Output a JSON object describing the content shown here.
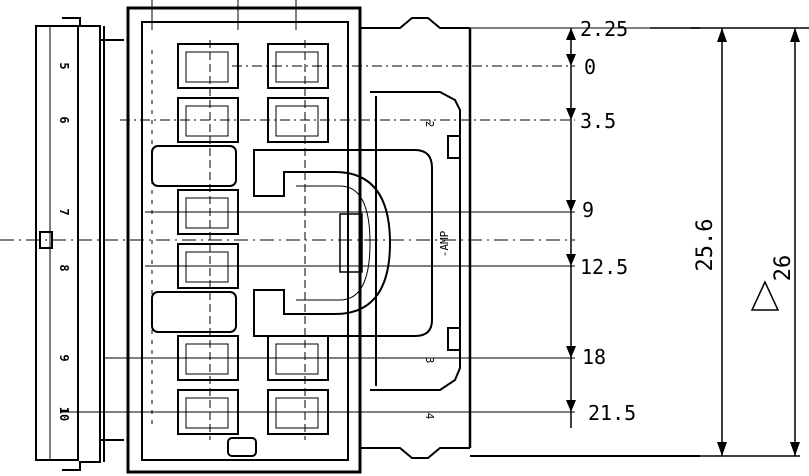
{
  "drawing": {
    "pin_numbers_left": [
      "5",
      "6",
      "7",
      "8",
      "9",
      "10"
    ],
    "pin_numbers_inner": [
      "2",
      "3",
      "4"
    ],
    "brand_mark": "-AMP",
    "pin_offsets": [
      "2.25",
      "0",
      "3.5",
      "9",
      "12.5",
      "18",
      "21.5"
    ],
    "overall_height_inner": "25.6",
    "overall_height_outer": "26",
    "colors": {
      "line": "#000000",
      "background": "#ffffff"
    }
  }
}
